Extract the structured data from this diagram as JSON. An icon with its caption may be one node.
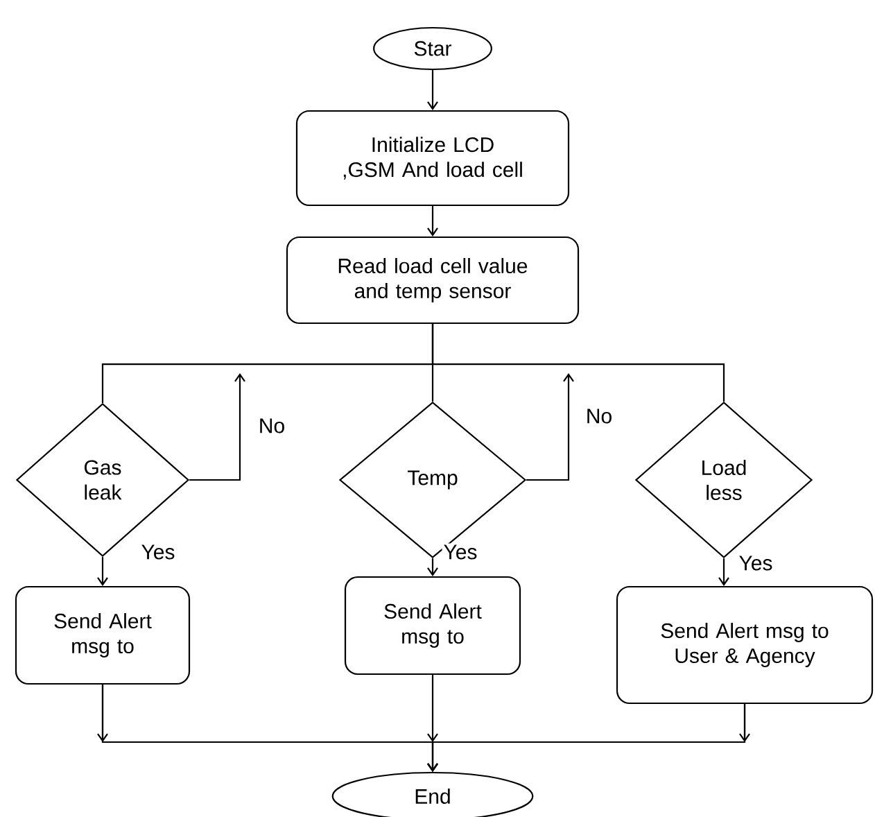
{
  "diagram": {
    "nodes": [
      {
        "text": [
          "Star"
        ]
      },
      {
        "text": [
          "Initialize LCD ,GSM And  load cell"
        ]
      },
      {
        "text": [
          "Read load cell value and temp sensor"
        ]
      },
      {
        "text": [
          "Gas leak"
        ]
      },
      {
        "text": [
          "Temp"
        ]
      },
      {
        "text": [
          "Load less"
        ]
      },
      {
        "text": [
          "Send Alert msg to"
        ]
      },
      {
        "text": [
          "Send Alert msg to"
        ]
      },
      {
        "text": [
          "Send Alert msg to User & Agency"
        ]
      },
      {
        "text": [
          "End"
        ]
      }
    ],
    "edges": [
      {
        "from": 0,
        "to": 1,
        "arrow": "to"
      },
      {
        "from": 1,
        "to": 2,
        "arrow": "to"
      },
      {
        "from": 2,
        "to": 3,
        "arrow": "none"
      },
      {
        "from": 2,
        "to": 4,
        "arrow": "none"
      },
      {
        "from": 2,
        "to": 5,
        "arrow": "none"
      },
      {
        "from": 3,
        "to": null,
        "arrow": "to",
        "label": "No"
      },
      {
        "from": 4,
        "to": null,
        "arrow": "to",
        "label": "No"
      },
      {
        "from": 3,
        "to": 6,
        "arrow": "to",
        "label": "Yes"
      },
      {
        "from": 4,
        "to": 7,
        "arrow": "to",
        "label": "Yes"
      },
      {
        "from": 5,
        "to": 8,
        "arrow": "to",
        "label": "Yes"
      },
      {
        "from": 6,
        "to": 9,
        "arrow": "to"
      },
      {
        "from": 7,
        "to": 9,
        "arrow": "to"
      },
      {
        "from": 8,
        "to": 9,
        "arrow": "to"
      }
    ]
  }
}
